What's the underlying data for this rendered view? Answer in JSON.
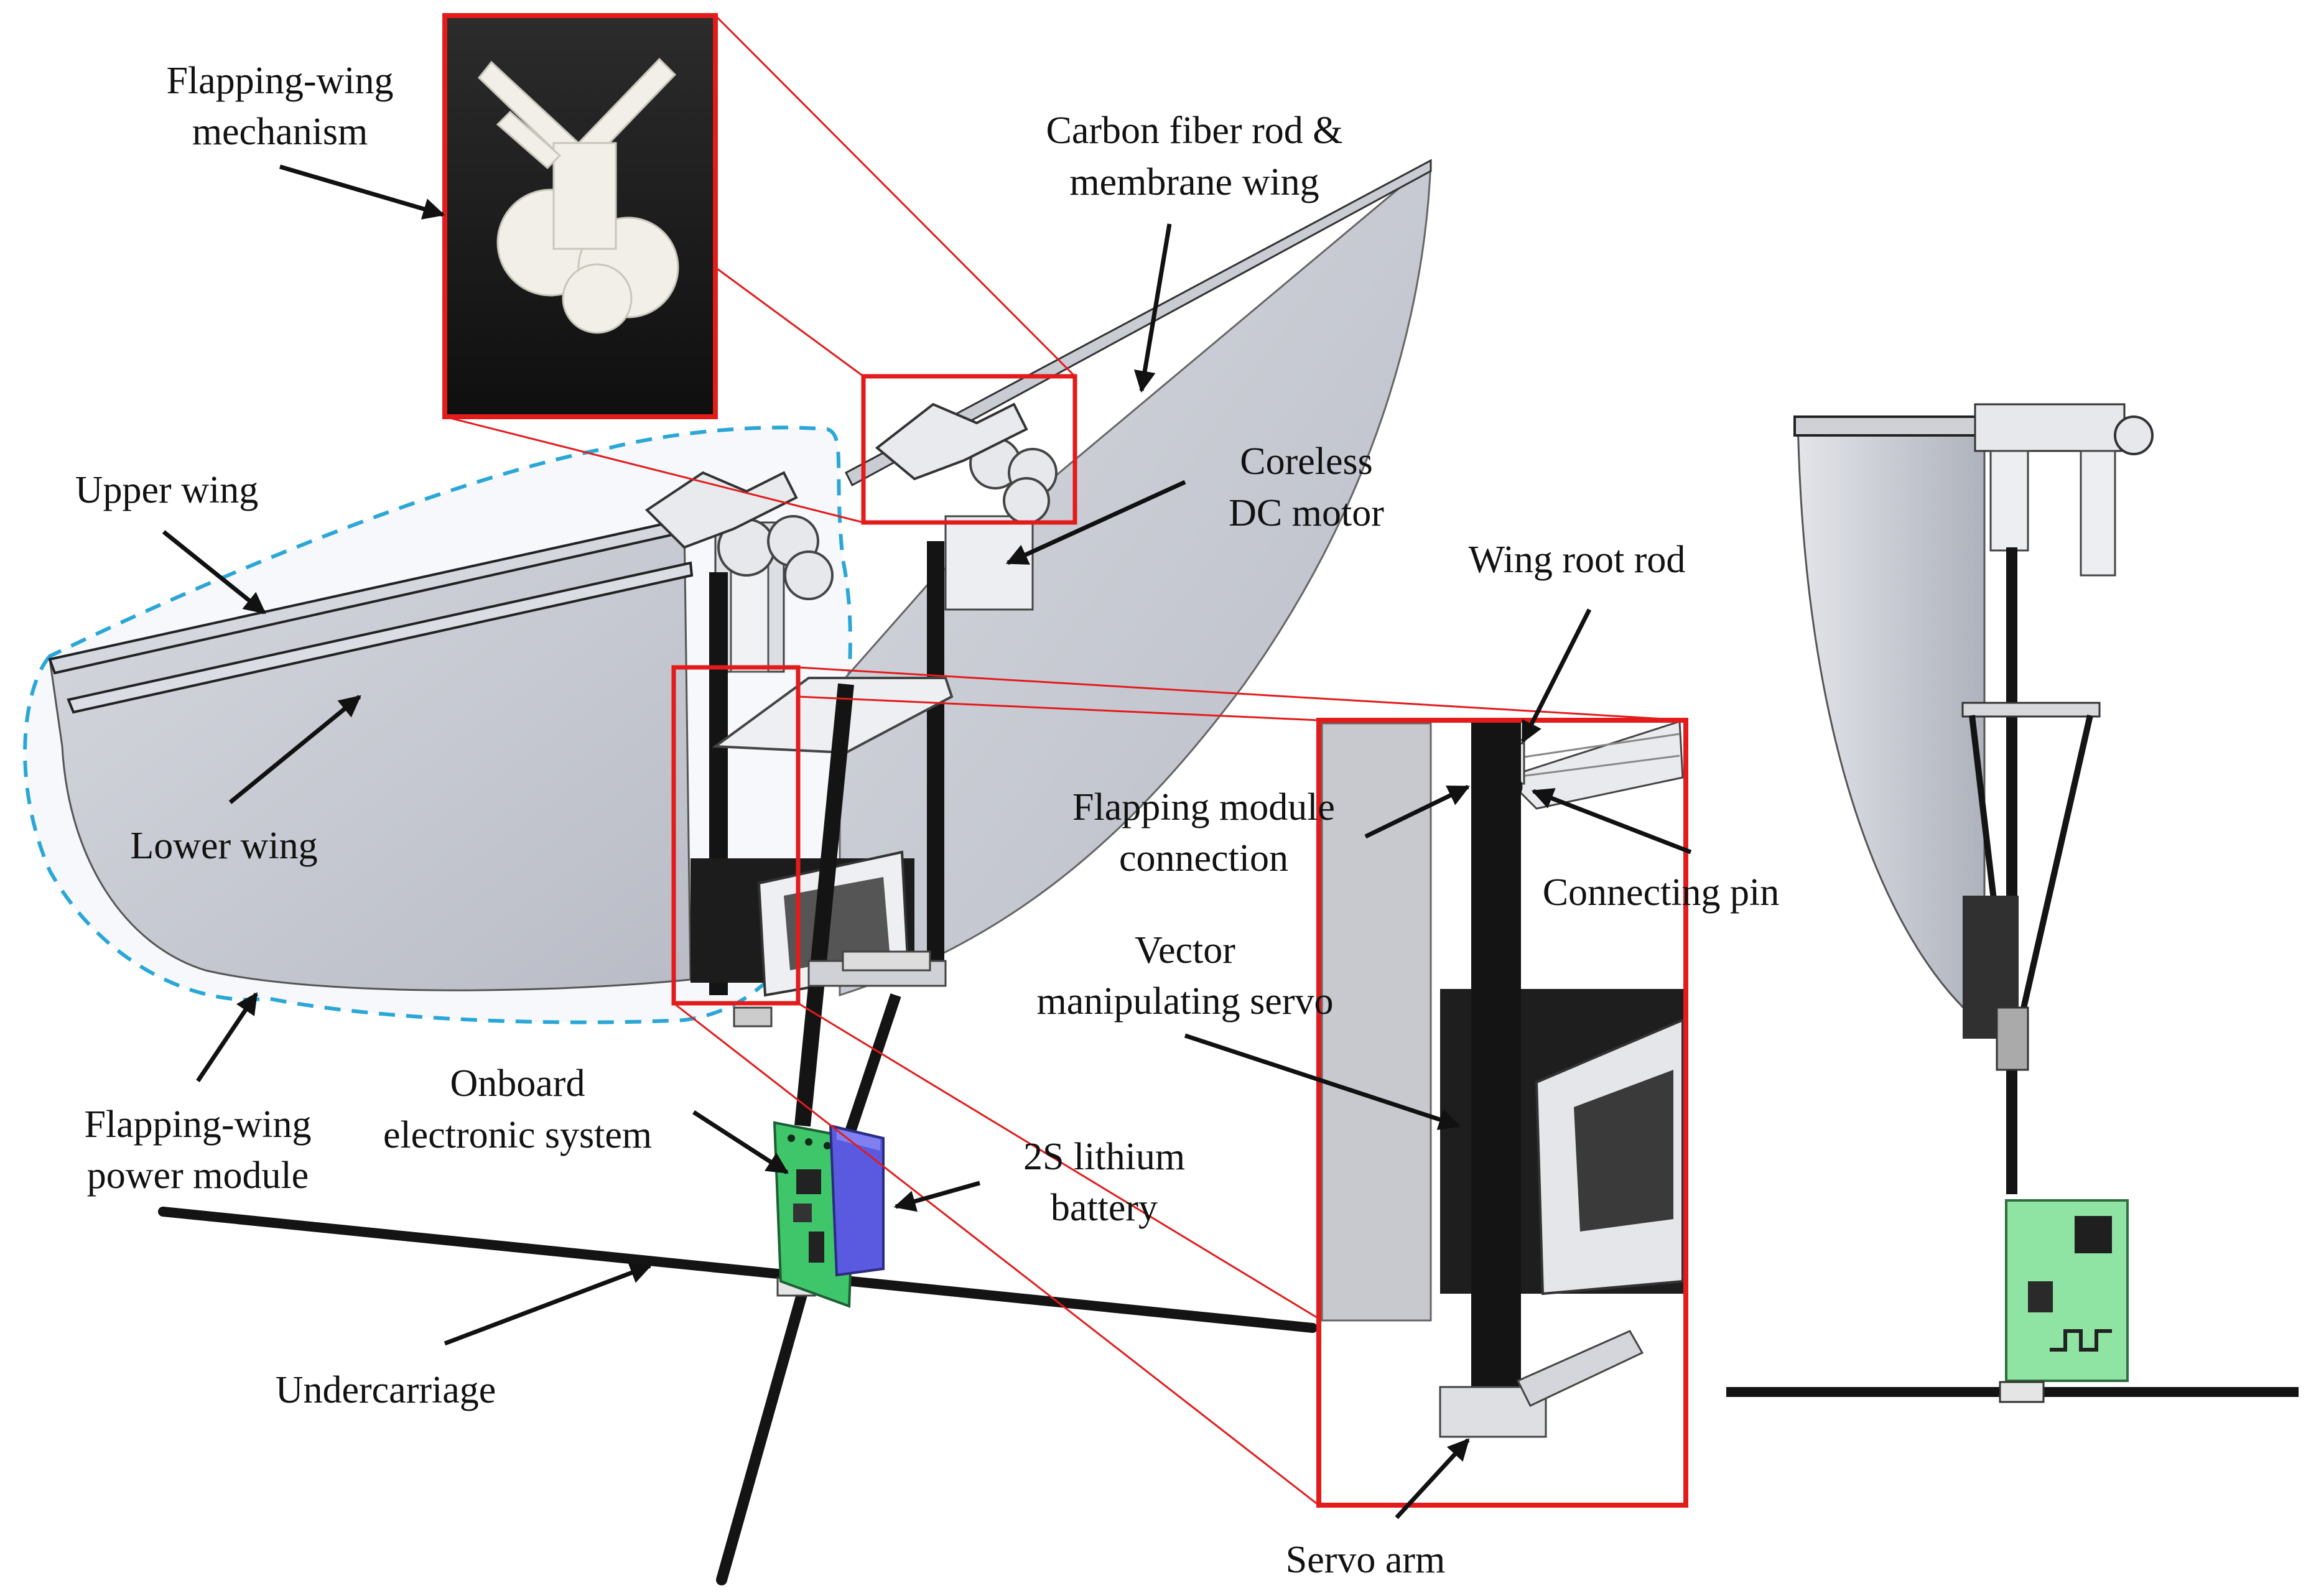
{
  "labels": {
    "flapping_wing_mechanism": [
      "Flapping-wing",
      "mechanism"
    ],
    "carbon_fiber_rod": [
      "Carbon fiber rod &",
      "membrane wing"
    ],
    "coreless_motor": [
      "Coreless",
      "DC motor"
    ],
    "upper_wing": "Upper wing",
    "lower_wing": "Lower wing",
    "wing_root_rod": "Wing root rod",
    "flapping_module_connection": [
      "Flapping module",
      "connection"
    ],
    "connecting_pin": "Connecting pin",
    "vector_servo": [
      "Vector",
      "manipulating servo"
    ],
    "power_module": [
      "Flapping-wing",
      "power module"
    ],
    "onboard_electronics": [
      "Onboard",
      "electronic system"
    ],
    "battery": [
      "2S lithium",
      "battery"
    ],
    "undercarriage": "Undercarriage",
    "servo_arm": "Servo arm"
  },
  "colors": {
    "callout_box": "#e31b1b",
    "leader_line": "#e31b1b",
    "dashed_outline": "#2aa7d6",
    "wing_membrane": "#c4c7cf",
    "carbon_rod": "#151515",
    "pcb": "#3fc66b",
    "battery": "#5a5ae0"
  }
}
